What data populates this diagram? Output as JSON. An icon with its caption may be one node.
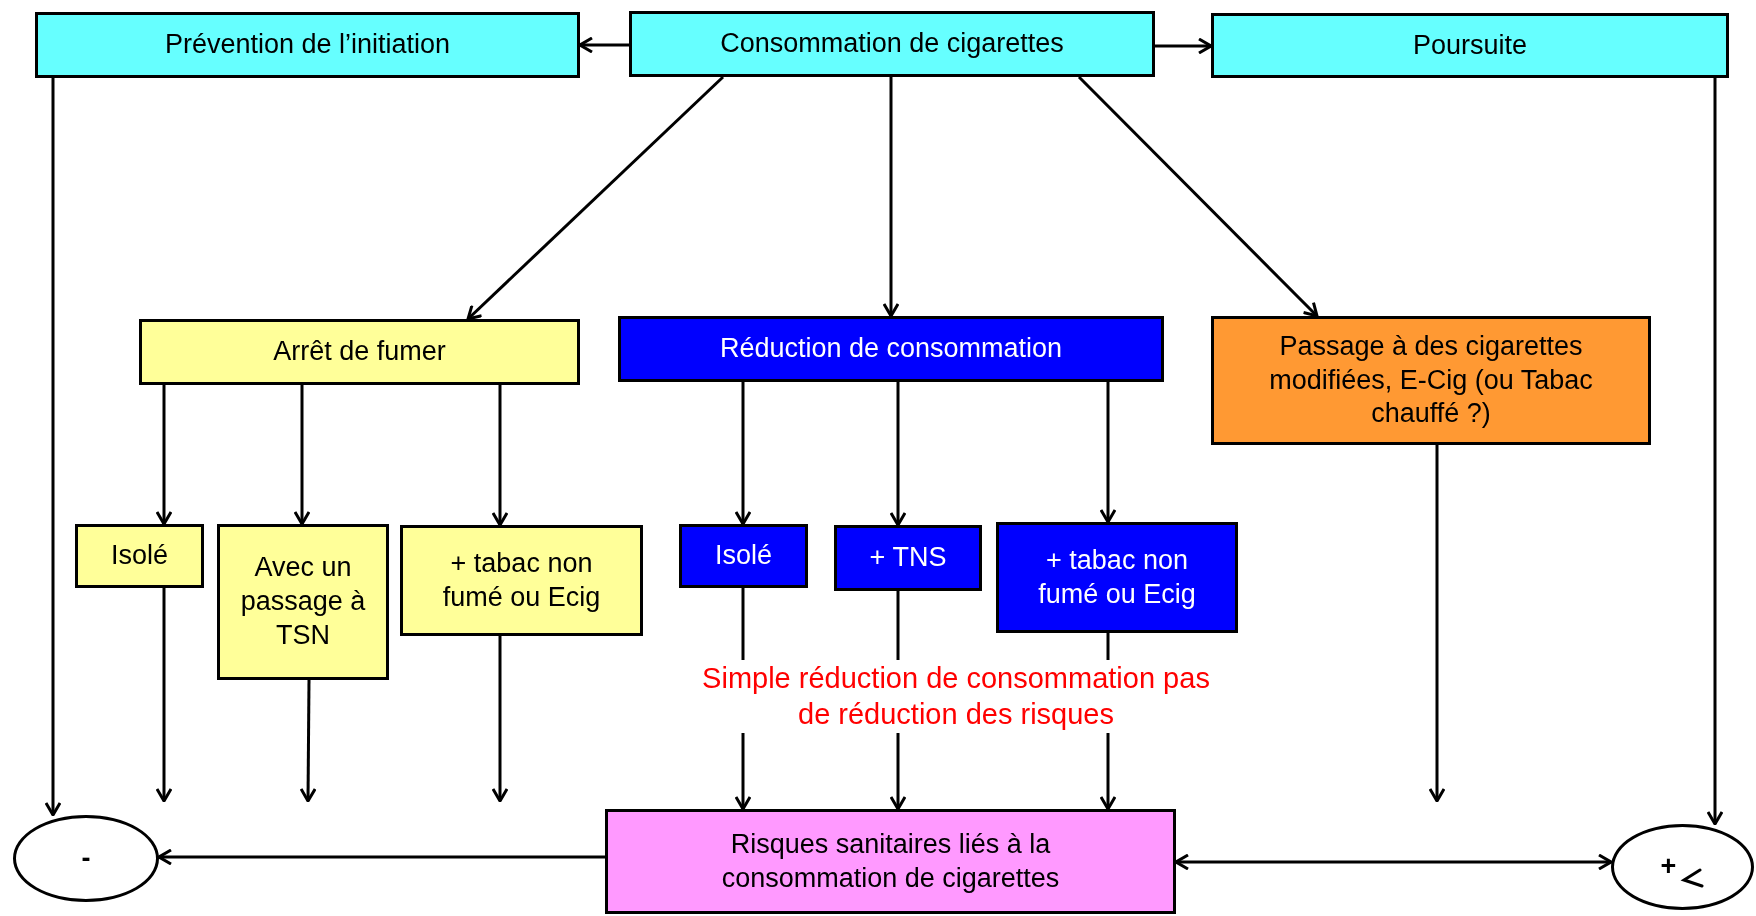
{
  "diagram": {
    "nodes": [
      {
        "text": [
          "Consommation de cigarettes"
        ]
      },
      {
        "text": [
          "Prévention de l’initiation"
        ]
      },
      {
        "text": [
          "Poursuite"
        ]
      },
      {
        "text": [
          "Arrêt de fumer"
        ]
      },
      {
        "text": [
          "Réduction de consommation"
        ]
      },
      {
        "text": [
          "Passage à des cigarettes modifiées, E-Cig (ou Tabac chauffé ?)"
        ]
      },
      {
        "text": [
          "Isolé"
        ]
      },
      {
        "text": [
          "Avec un passage à TSN"
        ]
      },
      {
        "text": [
          "+ tabac non fumé ou Ecig"
        ]
      },
      {
        "text": [
          "Isolé"
        ]
      },
      {
        "text": [
          "+ TNS"
        ]
      },
      {
        "text": [
          "+ tabac non fumé ou Ecig"
        ]
      },
      {
        "text": [
          "Risques sanitaires liés à la consommation de cigarettes"
        ]
      },
      {
        "text": [
          "-"
        ]
      },
      {
        "text": [
          "+"
        ]
      }
    ],
    "edges": [
      {
        "from": 0,
        "to": 1,
        "arrow": "to"
      },
      {
        "from": 0,
        "to": 2,
        "arrow": "to"
      },
      {
        "from": 0,
        "to": 3,
        "arrow": "to"
      },
      {
        "from": 0,
        "to": 4,
        "arrow": "to"
      },
      {
        "from": 0,
        "to": 5,
        "arrow": "to"
      },
      {
        "from": 3,
        "to": 6,
        "arrow": "to"
      },
      {
        "from": 3,
        "to": 7,
        "arrow": "to"
      },
      {
        "from": 3,
        "to": 8,
        "arrow": "to"
      },
      {
        "from": 4,
        "to": 9,
        "arrow": "to"
      },
      {
        "from": 4,
        "to": 10,
        "arrow": "to"
      },
      {
        "from": 4,
        "to": 11,
        "arrow": "to"
      },
      {
        "from": 1,
        "to": 13,
        "arrow": "to"
      },
      {
        "from": 6,
        "to": 13,
        "arrow": "to"
      },
      {
        "from": 7,
        "to": null,
        "arrow": "to"
      },
      {
        "from": 8,
        "to": null,
        "arrow": "to"
      },
      {
        "from": 9,
        "to": 12,
        "arrow": "to"
      },
      {
        "from": 10,
        "to": 12,
        "arrow": "to"
      },
      {
        "from": 11,
        "to": 12,
        "arrow": "to"
      },
      {
        "from": 5,
        "to": null,
        "arrow": "to"
      },
      {
        "from": 2,
        "to": 14,
        "arrow": "to"
      },
      {
        "from": 12,
        "to": 13,
        "arrow": "to"
      },
      {
        "from": 12,
        "to": 14,
        "arrow": "both"
      }
    ],
    "labels": [
      "Simple réduction de consommation pas de réduction des risques"
    ]
  }
}
